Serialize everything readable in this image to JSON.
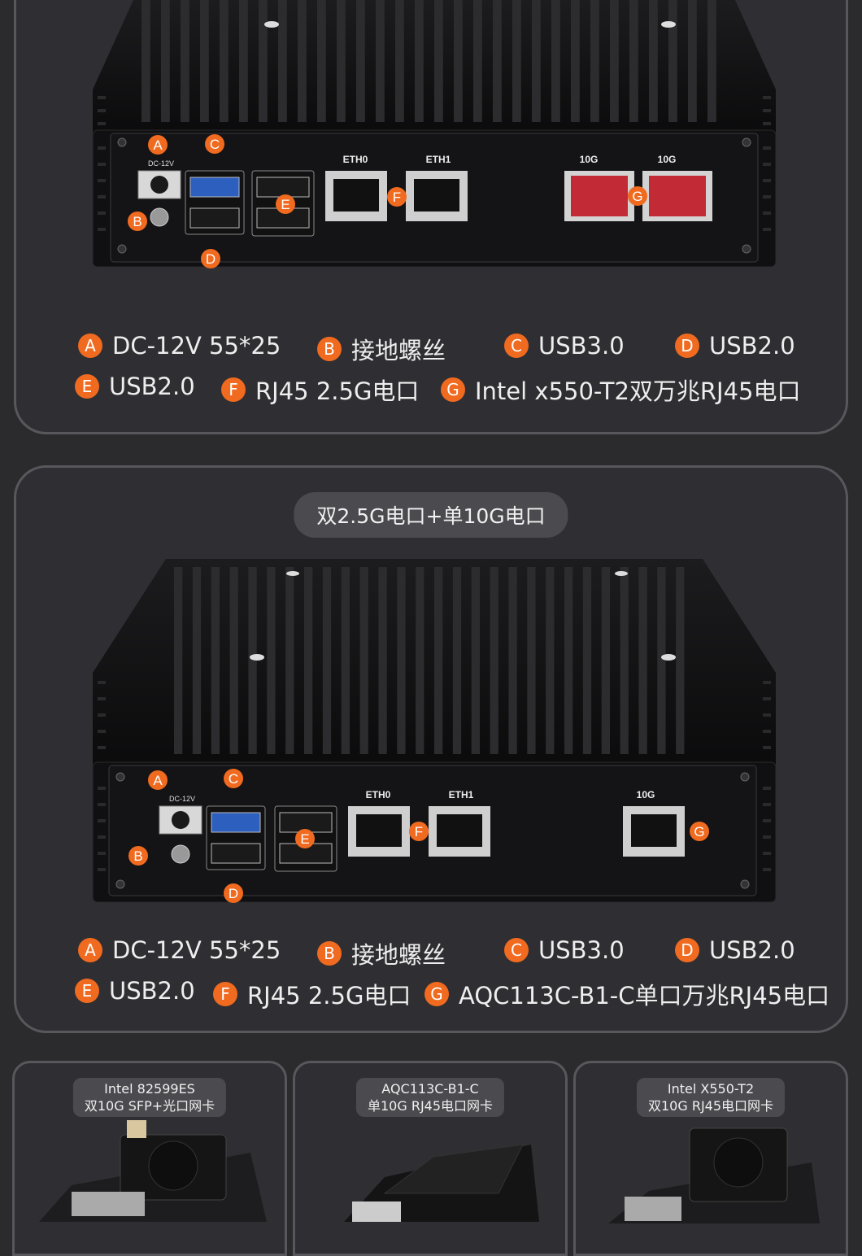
{
  "panel1": {
    "ports": {
      "eth0": "ETH0",
      "eth1": "ETH1",
      "ten_g": "10G",
      "dc": "DC-12V"
    },
    "markers": [
      "A",
      "B",
      "C",
      "D",
      "E",
      "F",
      "G"
    ],
    "legend": [
      {
        "letter": "A",
        "text": "DC-12V 55*25"
      },
      {
        "letter": "B",
        "text": "接地螺丝"
      },
      {
        "letter": "C",
        "text": "USB3.0"
      },
      {
        "letter": "D",
        "text": "USB2.0"
      },
      {
        "letter": "E",
        "text": "USB2.0"
      },
      {
        "letter": "F",
        "text": "RJ45 2.5G电口"
      },
      {
        "letter": "G",
        "text": "Intel x550-T2双万兆RJ45电口"
      }
    ]
  },
  "panel2": {
    "title": "双2.5G电口+单10G电口",
    "ports": {
      "eth0": "ETH0",
      "eth1": "ETH1",
      "ten_g": "10G",
      "dc": "DC-12V"
    },
    "markers": [
      "A",
      "B",
      "C",
      "D",
      "E",
      "F",
      "G"
    ],
    "legend": [
      {
        "letter": "A",
        "text": "DC-12V 55*25"
      },
      {
        "letter": "B",
        "text": "接地螺丝"
      },
      {
        "letter": "C",
        "text": "USB3.0"
      },
      {
        "letter": "D",
        "text": "USB2.0"
      },
      {
        "letter": "E",
        "text": "USB2.0"
      },
      {
        "letter": "F",
        "text": "RJ45 2.5G电口"
      },
      {
        "letter": "G",
        "text": "AQC113C-B1-C单口万兆RJ45电口"
      }
    ]
  },
  "cards": [
    {
      "line1": "Intel 82599ES",
      "line2": "双10G SFP+光口网卡"
    },
    {
      "line1": "AQC113C-B1-C",
      "line2": "单10G RJ45电口网卡"
    },
    {
      "line1": "Intel X550-T2",
      "line2": "双10G RJ45电口网卡"
    }
  ],
  "colors": {
    "accent": "#f06a1f",
    "panel_border": "#58585c",
    "background": "#2b2b2e"
  }
}
